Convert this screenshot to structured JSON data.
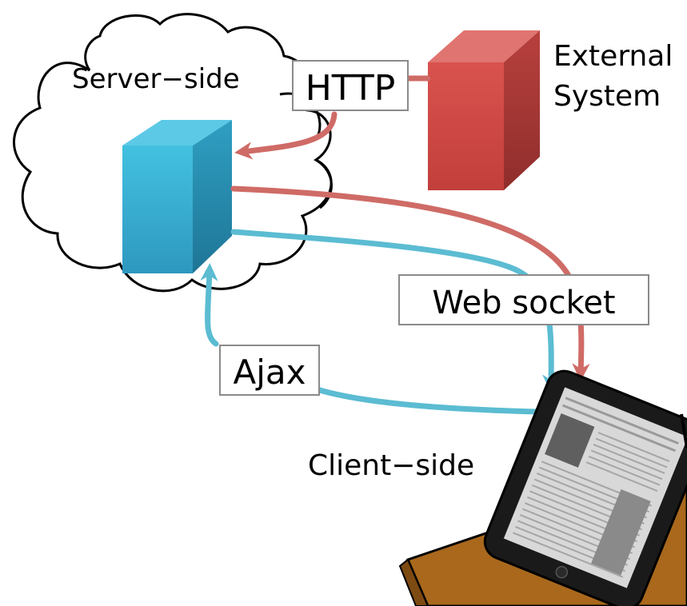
{
  "labels": {
    "server_side": "Server−side",
    "client_side": "Client−side",
    "external_system": [
      "External",
      "System"
    ],
    "http": "HTTP",
    "web_socket": "Web socket",
    "ajax": "Ajax"
  },
  "colors": {
    "server_cube": "#3bb6d6",
    "external_cube": "#cf4a47",
    "red_arrow": "#cf6b66",
    "blue_arrow": "#5bbcd2",
    "desk": "#a9681c",
    "tablet_frame": "#1a1a1a"
  }
}
